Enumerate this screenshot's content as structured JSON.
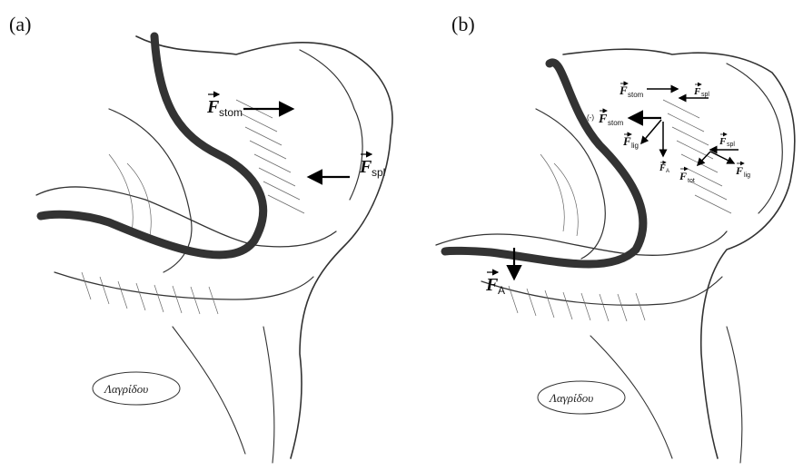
{
  "panels": {
    "a": {
      "label": "(a)",
      "forces": {
        "stom": {
          "symbol": "F",
          "subscript": "stom"
        },
        "spl": {
          "symbol": "F",
          "subscript": "spl"
        }
      },
      "signature": "Λαγρίδου"
    },
    "b": {
      "label": "(b)",
      "forces": {
        "stom": {
          "symbol": "F",
          "subscript": "stom"
        },
        "spl_top": {
          "symbol": "F",
          "subscript": "spl"
        },
        "neg_stom": {
          "prefix": "(-)",
          "symbol": "F",
          "subscript": "stom"
        },
        "lig_left": {
          "symbol": "F",
          "subscript": "lig"
        },
        "a_small": {
          "symbol": "F",
          "subscript": "A"
        },
        "spl_right": {
          "symbol": "F",
          "subscript": "spl"
        },
        "tot": {
          "symbol": "F",
          "subscript": "tot"
        },
        "lig_right": {
          "symbol": "F",
          "subscript": "lig"
        },
        "a_large": {
          "symbol": "F",
          "subscript": "A"
        }
      },
      "signature": "Λαγρίδου"
    }
  }
}
